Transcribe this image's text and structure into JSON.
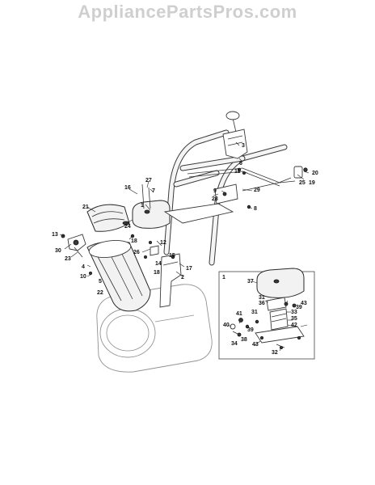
{
  "watermark": "AppliancePartsPros.com",
  "callouts": {
    "c1": "1",
    "c2": "2",
    "c3": "3",
    "c4": "4",
    "c5": "5",
    "c6": "6",
    "c7": "7",
    "c8": "8",
    "c9": "9",
    "c10": "10",
    "c11": "11",
    "c12": "12",
    "c13": "13",
    "c14": "14",
    "c15": "15",
    "c16": "16",
    "c17": "17",
    "c18a": "18",
    "c18b": "18",
    "c19": "19",
    "c20": "20",
    "c21": "21",
    "c22": "22",
    "c23": "23",
    "c24": "24",
    "c25": "25",
    "c26": "26",
    "c27": "27",
    "c28": "28",
    "c29": "29",
    "c30": "30"
  },
  "inset": {
    "label": "1",
    "callouts": {
      "c31a": "31",
      "c31b": "31",
      "c32": "32",
      "c33": "33",
      "c34": "34",
      "c35": "35",
      "c36": "36",
      "c37": "37",
      "c38": "38",
      "c39a": "39",
      "c39b": "39",
      "c40": "40",
      "c41": "41",
      "c42": "42",
      "c43a": "43",
      "c43b": "43"
    }
  }
}
